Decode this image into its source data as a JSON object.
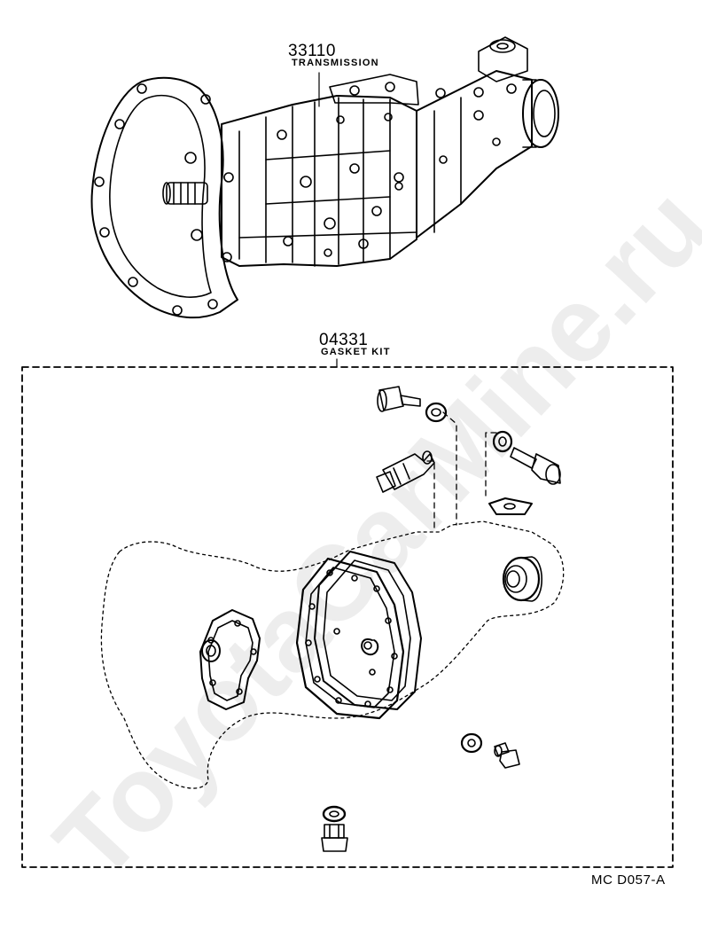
{
  "transmission": {
    "part_number": "33110",
    "name": "TRANSMISSION"
  },
  "gasket_kit": {
    "part_number": "04331",
    "name": "GASKET KIT"
  },
  "figure_code": "MC  D057-A",
  "watermark": "ToyotaCarMine.ru"
}
